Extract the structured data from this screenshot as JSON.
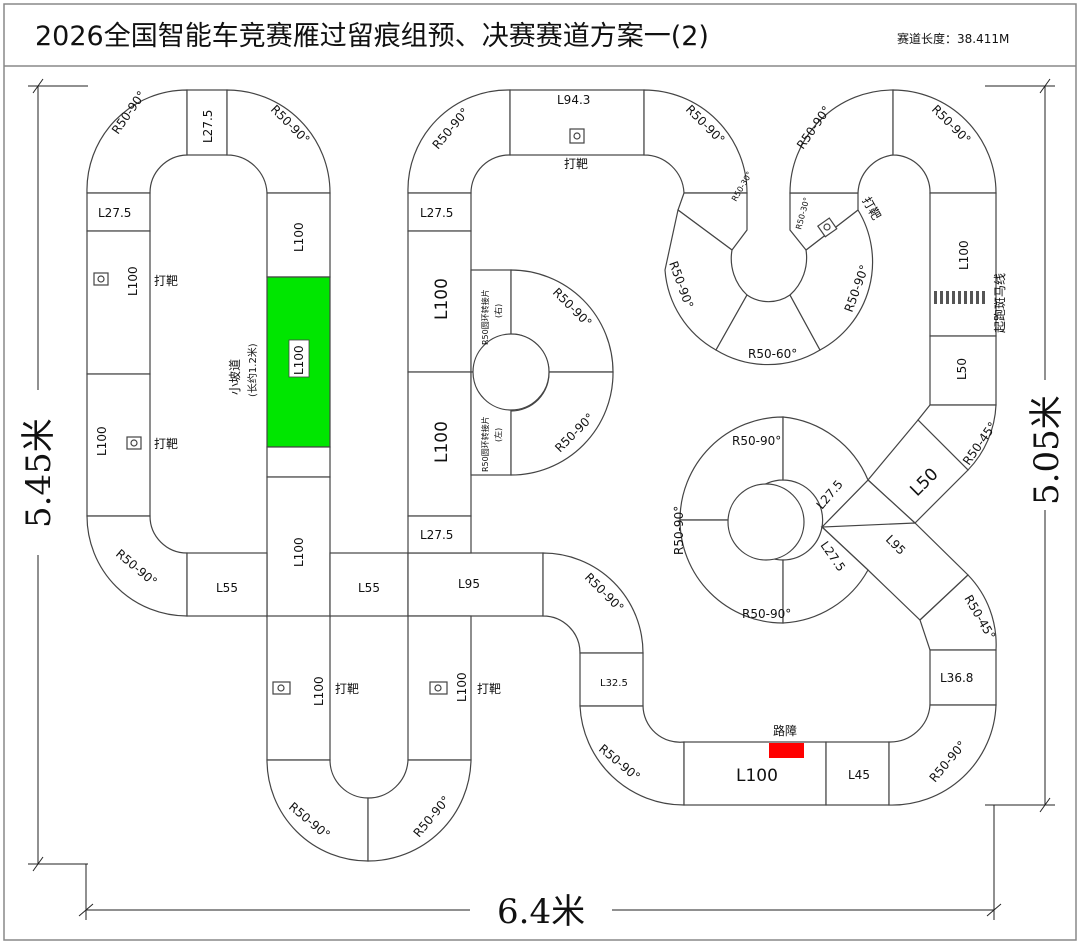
{
  "title": "2026全国智能车竞赛雁过留痕组预、决赛赛道方案一(2)",
  "track_length": "赛道长度：38.411M",
  "dimensions": {
    "width": "6.4米",
    "height_left": "5.45米",
    "height_right": "5.05米"
  },
  "pieces": {
    "tl_left": "R50-90°",
    "tl_straight": "L27.5",
    "tl_right": "R50-90°",
    "l_27_5": "L27.5",
    "l_100_a": "L100",
    "l_100_b": "L100",
    "l_100_top": "L100",
    "l_100_ramp": "L100",
    "l_100_bottom": "L100",
    "bl_corner": "R50-90°",
    "l55_a": "L55",
    "l55_b": "L55",
    "l95": "L95",
    "tm_left": "R50-90°",
    "tm_straight": "L94.3",
    "tm_right": "R50-90°",
    "l27_5_b": "L27.5",
    "l100_c": "L100",
    "l100_d": "L100",
    "l27_5_c": "L27.5",
    "ring_top": "R50-90°",
    "ring_bottom": "R50-90°",
    "ring_entry_top": "R50圆环转接片",
    "ring_entry_top_sub": "(右)",
    "ring_entry_bot": "R50圆环转接片",
    "ring_entry_bot_sub": "(左)",
    "s_left": "R50-90°",
    "s_small1": "R50-30°",
    "s_small2": "R50-30°",
    "s_bottom": "R50-60°",
    "s_right": "R50-90°",
    "tr_left": "R50-90°",
    "tr_right": "R50-90°",
    "l100_start": "L100",
    "l50_v": "L50",
    "r50_45_a": "R50-45°",
    "l50_diag": "L50",
    "l27_5_x1": "L27.5",
    "l27_5_x2": "L27.5",
    "l95_diag": "L95",
    "circ_top": "R50-90°",
    "circ_left": "R50-90°",
    "circ_bottom": "R50-90°",
    "r50_45_b": "R50-45°",
    "l36_8": "L36.8",
    "rs_top": "R50-90°",
    "l32_5": "L32.5",
    "rs_bottom": "R50-90°",
    "l100_low": "L100",
    "l45": "L45",
    "br_corner": "R50-90°",
    "bottom_left_corner": "R50-90°",
    "bottom_right_corner": "R50-90°",
    "l100_v1": "L100",
    "l100_v2": "L100"
  },
  "labels": {
    "target1": "打靶",
    "target2": "打靶",
    "target3": "打靶",
    "target4": "打靶",
    "target5": "打靶",
    "target6": "打靶",
    "ramp": "小坡道",
    "ramp_sub": "(长约1.2米)",
    "start": "起跑斑马线",
    "obstacle": "路障"
  },
  "colors": {
    "ramp": "#00e600",
    "obstacle": "#ff0000",
    "line": "#444444"
  }
}
